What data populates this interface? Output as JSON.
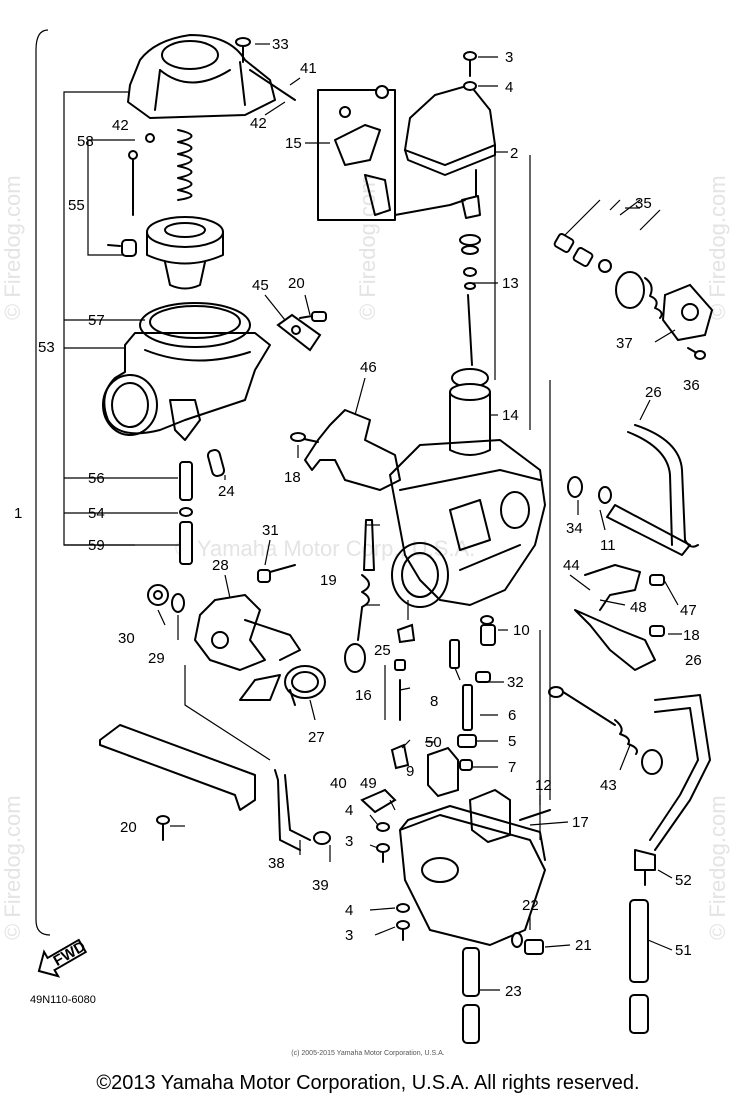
{
  "watermark": {
    "brand": "© Firedog.com",
    "vertical": "© Firedog.com",
    "center_text": "© Yamaha Motor Corp., U.S.A."
  },
  "labels": {
    "p1": "1",
    "p2": "2",
    "p3": "3",
    "p3b": "3",
    "p3c": "3",
    "p4": "4",
    "p4b": "4",
    "p4c": "4",
    "p5": "5",
    "p6": "6",
    "p7": "7",
    "p8": "8",
    "p9": "9",
    "p10": "10",
    "p11": "11",
    "p12": "12",
    "p13": "13",
    "p14": "14",
    "p15": "15",
    "p16": "16",
    "p17": "17",
    "p18": "18",
    "p18b": "18",
    "p19": "19",
    "p20": "20",
    "p20b": "20",
    "p21": "21",
    "p22": "22",
    "p23": "23",
    "p24": "24",
    "p25": "25",
    "p26": "26",
    "p26b": "26",
    "p27": "27",
    "p28": "28",
    "p29": "29",
    "p30": "30",
    "p31": "31",
    "p32": "32",
    "p33": "33",
    "p34": "34",
    "p35": "35",
    "p36": "36",
    "p37": "37",
    "p38": "38",
    "p39": "39",
    "p40": "40",
    "p41": "41",
    "p42": "42",
    "p42b": "42",
    "p43": "43",
    "p44": "44",
    "p45": "45",
    "p46": "46",
    "p47": "47",
    "p48": "48",
    "p49": "49",
    "p50": "50",
    "p51": "51",
    "p52": "52",
    "p53": "53",
    "p54": "54",
    "p55": "55",
    "p56": "56",
    "p57": "57",
    "p58": "58",
    "p59": "59"
  },
  "fwd_label": "FWD",
  "diagram_code": "49N110-6080",
  "sub_copyright": "(c) 2005-2015 Yamaha Motor Corporation, U.S.A.",
  "main_copyright": "©2013 Yamaha Motor Corporation, U.S.A. All rights reserved."
}
